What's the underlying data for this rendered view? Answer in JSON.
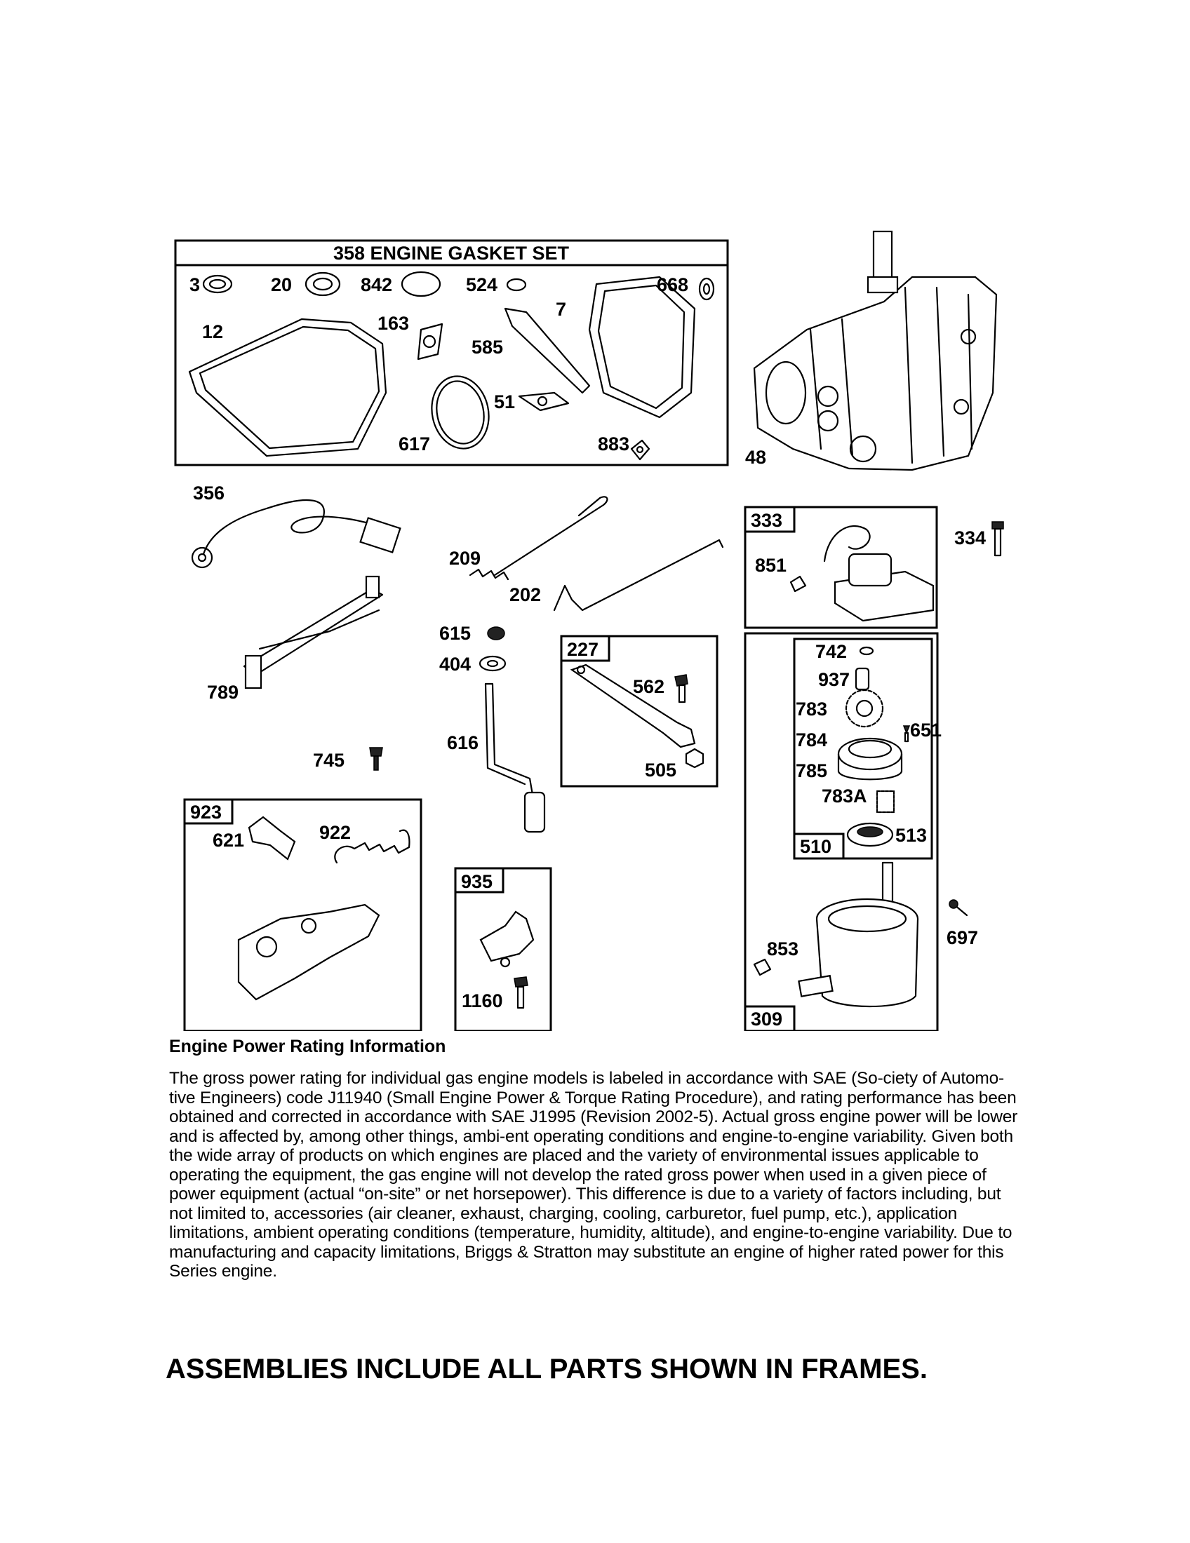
{
  "gasket_set": {
    "header": "358 ENGINE GASKET SET",
    "labels": [
      "3",
      "20",
      "842",
      "524",
      "7",
      "668",
      "12",
      "163",
      "585",
      "51",
      "617",
      "883"
    ]
  },
  "parts": {
    "p48": "48",
    "p356": "356",
    "p789": "789",
    "p209": "209",
    "p202": "202",
    "p615": "615",
    "p404": "404",
    "p616": "616",
    "p745": "745",
    "p334": "334",
    "p697": "697",
    "p853": "853",
    "p851": "851",
    "p562": "562",
    "p505": "505",
    "p621": "621",
    "p922": "922",
    "p1160": "1160",
    "p742": "742",
    "p937": "937",
    "p783": "783",
    "p784": "784",
    "p651": "651",
    "p785": "785",
    "p783a": "783A",
    "p513": "513"
  },
  "frames": {
    "f333": "333",
    "f227": "227",
    "f923": "923",
    "f935": "935",
    "f510": "510",
    "f309": "309"
  },
  "info": {
    "title": "Engine Power Rating Information",
    "body": "The gross power rating for individual gas engine models is labeled in accordance with SAE (So-ciety of Automo-tive Engineers) code J11940 (Small Engine Power & Torque Rating Procedure), and rating performance has been obtained and corrected in accordance with SAE J1995 (Revision 2002-5). Actual gross engine power will be lower and is affected by, among other things, ambi-ent operating conditions and engine-to-engine variability. Given both the wide array of products on which engines are placed and the variety of environmental issues applicable to operating the equipment, the gas engine will not develop the rated gross power when used in a given piece of power equipment (actual “on-site” or net horsepower). This difference is due to a variety of factors including, but not limited to, accessories (air cleaner, exhaust, charging, cooling, carburetor, fuel pump, etc.), application limitations, ambient operating conditions (temperature, humidity, altitude), and engine-to-engine variability. Due to manufacturing and capacity limitations, Briggs & Stratton may substitute an engine of higher rated power for this Series engine."
  },
  "footer": "ASSEMBLIES INCLUDE ALL PARTS SHOWN IN FRAMES."
}
